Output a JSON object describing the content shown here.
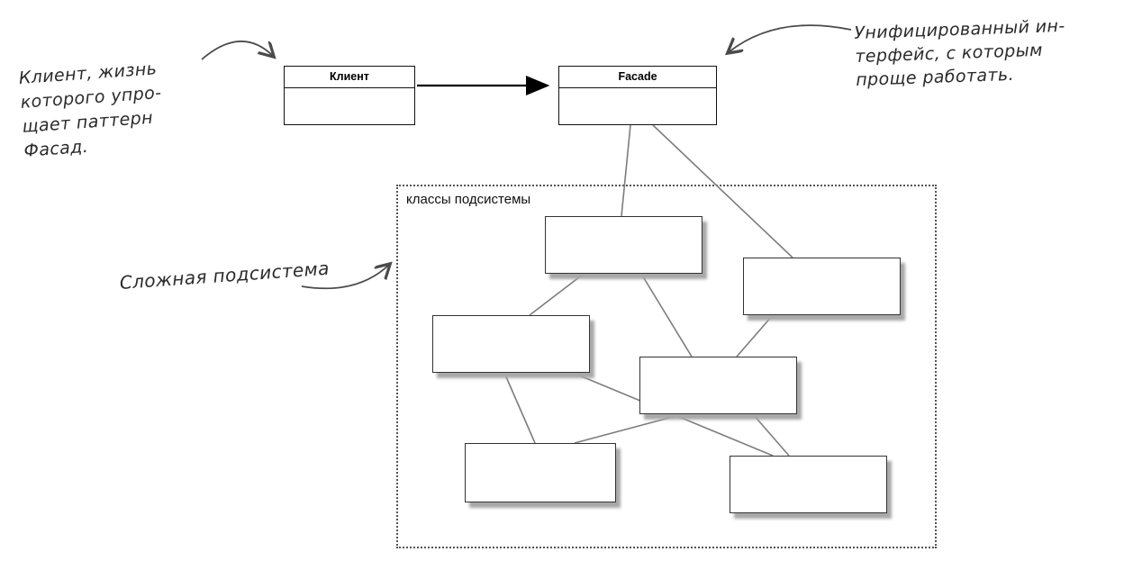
{
  "client_box": {
    "title": "Клиент"
  },
  "facade_box": {
    "title": "Facade"
  },
  "subsystem": {
    "label": "классы подсистемы"
  },
  "annotations": {
    "client_note": [
      "Клиент, жизнь",
      "которого упро-",
      "щает паттерн",
      "Фасад."
    ],
    "facade_note": [
      "Унифицированный ин-",
      "терфейс, с которым",
      "проще работать."
    ],
    "subsystem_note": "Сложная подсистема"
  },
  "colors": {
    "connector_line": "#7d7d7d",
    "association_arrow": "#000000",
    "hand_arrow": "#4a4a4a",
    "box_border": "#111111",
    "box_shadow": "#a8a8a8"
  }
}
